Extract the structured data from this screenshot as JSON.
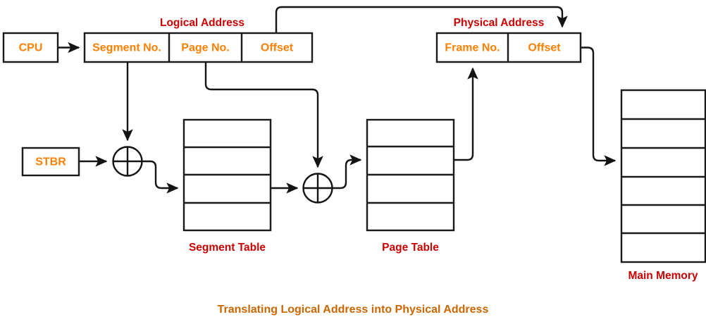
{
  "diagram": {
    "caption": "Translating Logical Address into Physical Address",
    "colors": {
      "field_label": "#FF8000",
      "section_label": "#CC0000",
      "caption": "#CC6600",
      "line": "#141414",
      "background": "#FFFFFF"
    },
    "blocks": {
      "cpu": {
        "label": "CPU"
      },
      "stbr": {
        "label": "STBR"
      }
    },
    "logical_address": {
      "title": "Logical Address",
      "fields": [
        {
          "label": "Segment No."
        },
        {
          "label": "Page No."
        },
        {
          "label": "Offset"
        }
      ]
    },
    "physical_address": {
      "title": "Physical Address",
      "fields": [
        {
          "label": "Frame No."
        },
        {
          "label": "Offset"
        }
      ]
    },
    "tables": [
      {
        "name": "segment-table",
        "caption": "Segment Table",
        "rows": 4
      },
      {
        "name": "page-table",
        "caption": "Page Table",
        "rows": 4
      },
      {
        "name": "main-memory",
        "caption": "Main Memory",
        "rows": 6
      }
    ],
    "adders": [
      {
        "name": "segment-table-adder",
        "symbol": "+"
      },
      {
        "name": "page-table-adder",
        "symbol": "+"
      }
    ]
  }
}
